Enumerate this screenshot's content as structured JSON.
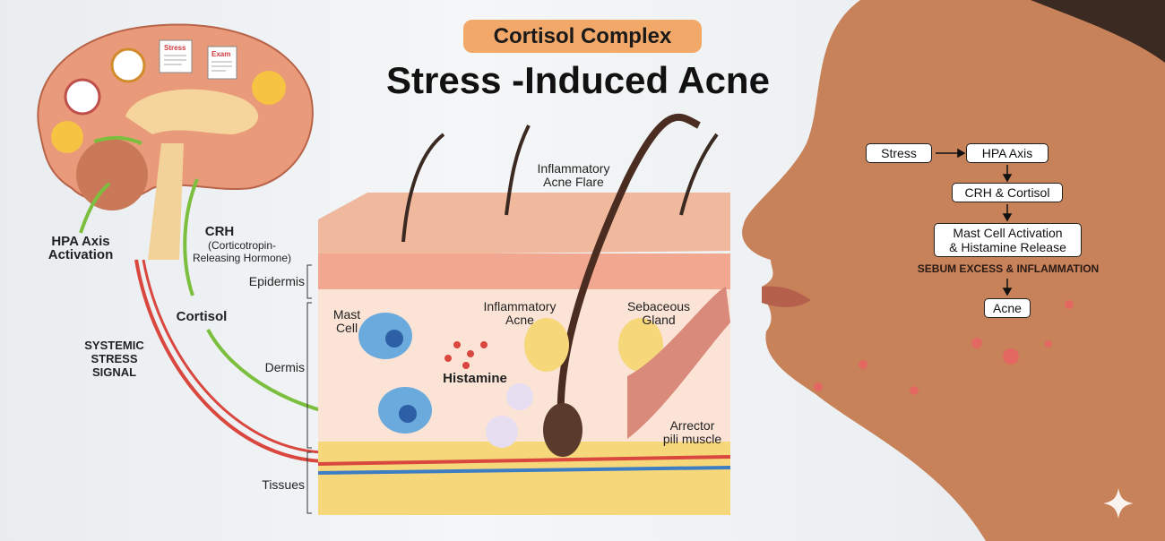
{
  "header": {
    "tag": "Cortisol Complex",
    "title": "Stress -Induced Acne"
  },
  "brain": {
    "icons": [
      "clock-icon",
      "alarm-clock-icon",
      "stress-document-icon",
      "exam-document-icon",
      "worried-face-icon",
      "angry-face-icon"
    ],
    "doc1": "Stress",
    "doc2": "Exam"
  },
  "labels": {
    "hpa_activation": [
      "HPA Axis",
      "Activation"
    ],
    "crh": "CRH",
    "crh_full": [
      "(Corticotropin-",
      "Releasing Hormone)"
    ],
    "cortisol": "Cortisol",
    "systemic": [
      "SYSTEMIC",
      "STRESS",
      "SIGNAL"
    ],
    "epidermis": "Epidermis",
    "dermis": "Dermis",
    "tissues": "Tissues",
    "flare": [
      "Inflammatory",
      "Acne Flare"
    ],
    "mast_cell": [
      "Mast",
      "Cell"
    ],
    "inflam_acne": [
      "Inflammatory",
      "Acne"
    ],
    "sebaceous": [
      "Sebaceous",
      "Gland"
    ],
    "histamine": "Histamine",
    "arrector": [
      "Arrector",
      "pili muscle"
    ]
  },
  "flowchart": {
    "stress": "Stress",
    "hpa": "HPA Axis",
    "crh": "CRH & Cortisol",
    "mast": [
      "Mast Cell Activation",
      "& Histamine Release"
    ],
    "sebum": "SEBUM EXCESS & INFLAMMATION",
    "acne": "Acne"
  },
  "colors": {
    "pill": "#f2a868",
    "skin": "#c8825a",
    "arrow_green": "#7cbf3f",
    "vessel": "#d9473f"
  }
}
